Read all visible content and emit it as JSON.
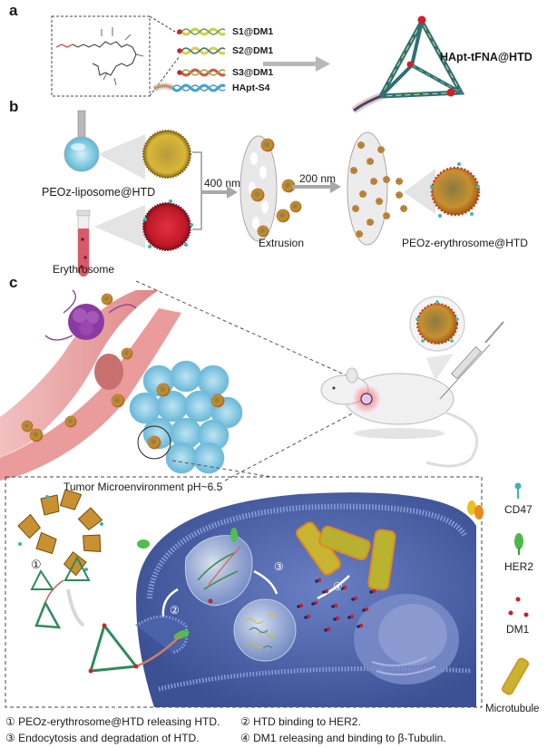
{
  "figure": {
    "panels": [
      {
        "letter": "a"
      },
      {
        "letter": "b"
      },
      {
        "letter": "c"
      }
    ],
    "panel_a": {
      "strands": [
        {
          "label": "S1@DM1",
          "color_a": "#c9d24a",
          "color_b": "#7fa05a",
          "cap": "#c0282d"
        },
        {
          "label": "S2@DM1",
          "color_a": "#d8d04a",
          "color_b": "#3d7a7a",
          "cap": "#c0282d"
        },
        {
          "label": "S3@DM1",
          "color_a": "#d8563a",
          "color_b": "#8fae52",
          "cap": "#c0282d"
        },
        {
          "label": "HApt-S4",
          "color_a": "#3aa6d0",
          "color_b": "#5aa0c0",
          "cap": ""
        }
      ],
      "product_label": "HApt-tFNA@HTD"
    },
    "panel_b": {
      "liposome_label": "PEOz-liposome@HTD",
      "erythrosome_label": "Erythrosome",
      "filter1_label": "400 nm",
      "filter2_label": "200 nm",
      "extrusion_label": "Extrusion",
      "product_label": "PEOz-erythrosome@HTD"
    },
    "panel_c": {
      "inset_title": "Tumor Microenvironment pH~6.5",
      "steps": [
        "①",
        "②",
        "③",
        "④"
      ],
      "legend": [
        {
          "label": "CD47",
          "icon": "cd47-icon",
          "color": "#39b3b8"
        },
        {
          "label": "HER2",
          "icon": "her2-icon",
          "color": "#4cb84a"
        },
        {
          "label": "DM1",
          "icon": "dm1-icon",
          "color": "#c8202a"
        },
        {
          "label": "Microtubule",
          "icon": "microtubule-icon",
          "color": "#d8b020"
        }
      ],
      "captions": [
        "① PEOz-erythrosome@HTD releasing HTD.",
        "② HTD binding to HER2.",
        "③ Endocytosis and degradation of HTD.",
        "④ DM1 releasing and binding to β-Tubulin."
      ]
    },
    "colors": {
      "cell": "#5a72b8",
      "cell_dark": "#3c5094",
      "vessel": "#e89a9a",
      "tumor": "#8ccbe4",
      "purple_cell": "#8a3aa0",
      "nanoparticle": "#c99a30",
      "dna_teal": "#2f6f78"
    }
  }
}
